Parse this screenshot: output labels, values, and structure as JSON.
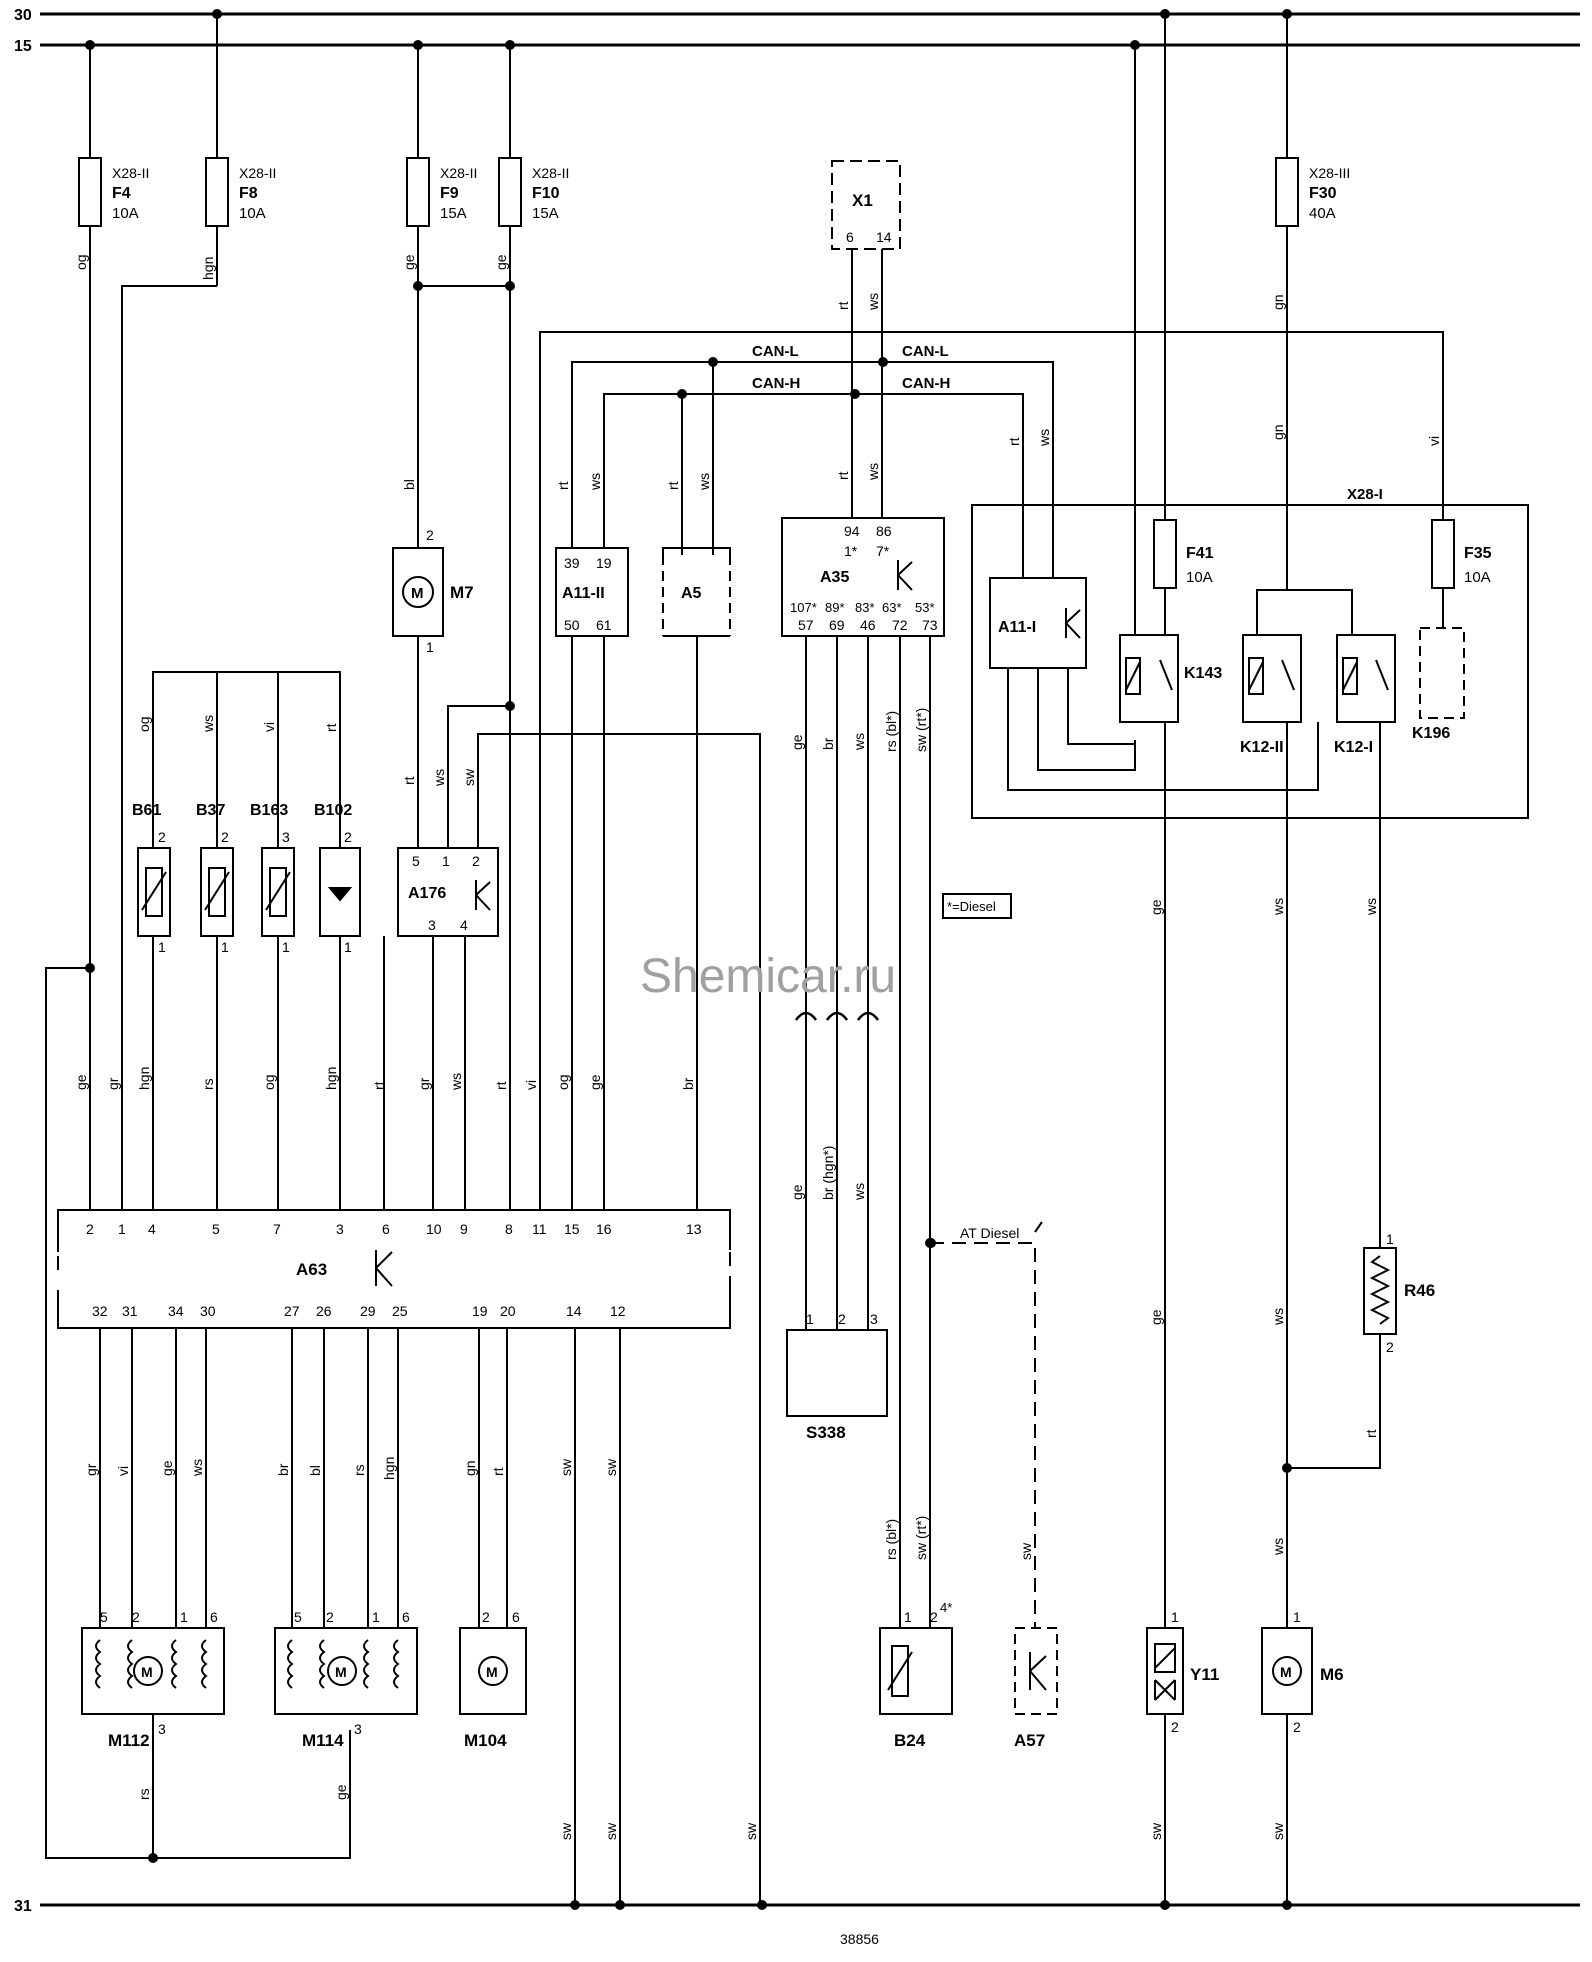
{
  "watermark": "Shemicar.ru",
  "footer_code": "38856",
  "rails": {
    "top": "30",
    "second": "15",
    "bottom": "31"
  },
  "can": {
    "low": "CAN-L",
    "high": "CAN-H"
  },
  "note_diesel": "*=Diesel",
  "note_at_diesel": "AT Diesel",
  "fuses": [
    {
      "id": "F4",
      "holder": "X28-II",
      "rating": "10A",
      "wire": "og"
    },
    {
      "id": "F8",
      "holder": "X28-II",
      "rating": "10A",
      "wire": "hgn"
    },
    {
      "id": "F9",
      "holder": "X28-II",
      "rating": "15A",
      "wire": "ge"
    },
    {
      "id": "F10",
      "holder": "X28-II",
      "rating": "15A",
      "wire": "ge"
    },
    {
      "id": "F30",
      "holder": "X28-III",
      "rating": "40A",
      "wire": "gn"
    },
    {
      "id": "F41",
      "holder": "",
      "rating": "10A",
      "wire": ""
    },
    {
      "id": "F35",
      "holder": "",
      "rating": "10A",
      "wire": ""
    }
  ],
  "connector_x1": {
    "id": "X1",
    "pins": [
      "6",
      "14"
    ],
    "wires": [
      "rt",
      "ws"
    ]
  },
  "block_x28": {
    "id": "X28-I"
  },
  "components": {
    "a11_ii": {
      "id": "A11-II",
      "pins_top": [
        "39",
        "19"
      ],
      "pins_bottom": [
        "50",
        "61"
      ]
    },
    "a5": {
      "id": "A5"
    },
    "a35": {
      "id": "A35",
      "pins_top": [
        "94",
        "86"
      ],
      "pins_mid": [
        "1*",
        "7*"
      ],
      "pins_bottom_alt": [
        "107*",
        "89*",
        "83*",
        "63*",
        "53*"
      ],
      "pins_bottom": [
        "57",
        "69",
        "46",
        "72",
        "73"
      ]
    },
    "a11_i": {
      "id": "A11-I"
    },
    "k143": {
      "id": "K143"
    },
    "k12_ii": {
      "id": "K12-II"
    },
    "k12_i": {
      "id": "K12-I"
    },
    "k196": {
      "id": "K196"
    },
    "m7": {
      "id": "M7",
      "pins": [
        "2",
        "1"
      ]
    },
    "a176": {
      "id": "A176",
      "pins_top": [
        "5",
        "1",
        "2"
      ],
      "pins_bottom": [
        "3",
        "4"
      ]
    },
    "sensors": [
      {
        "id": "B61",
        "pins": [
          "2",
          "1"
        ]
      },
      {
        "id": "B37",
        "pins": [
          "2",
          "1"
        ]
      },
      {
        "id": "B163",
        "pins": [
          "3",
          "1"
        ]
      },
      {
        "id": "B102",
        "pins": [
          "2",
          "1"
        ]
      }
    ],
    "a63": {
      "id": "A63",
      "pins_top": [
        "2",
        "1",
        "4",
        "5",
        "7",
        "3",
        "6",
        "10",
        "9",
        "8",
        "11",
        "15",
        "16",
        "13"
      ],
      "pins_bottom": [
        "32",
        "31",
        "34",
        "30",
        "27",
        "26",
        "29",
        "25",
        "19",
        "20",
        "14",
        "12"
      ]
    },
    "s338": {
      "id": "S338",
      "pins": [
        "1",
        "2",
        "3"
      ]
    },
    "m112": {
      "id": "M112",
      "pins": [
        "5",
        "2",
        "1",
        "6"
      ],
      "pin_bottom": "3"
    },
    "m114": {
      "id": "M114",
      "pins": [
        "5",
        "2",
        "1",
        "6"
      ],
      "pin_bottom": "3"
    },
    "m104": {
      "id": "M104",
      "pins": [
        "2",
        "6"
      ]
    },
    "b24": {
      "id": "B24",
      "pins": [
        "1",
        "2",
        "4*"
      ]
    },
    "a57": {
      "id": "A57"
    },
    "y11": {
      "id": "Y11",
      "pins": [
        "1",
        "2"
      ]
    },
    "m6": {
      "id": "M6",
      "pins": [
        "1",
        "2"
      ]
    },
    "r46": {
      "id": "R46",
      "pins": [
        "1",
        "2"
      ]
    }
  },
  "wire_labels": {
    "ws": "ws",
    "rt": "rt",
    "sw": "sw",
    "ge": "ge",
    "og": "og",
    "vi": "vi",
    "bl": "bl",
    "br": "br",
    "rs": "rs",
    "gr": "gr",
    "gn": "gn",
    "hgn": "hgn",
    "br_hgn": "br (hgn*)",
    "rs_bl": "rs (bl*)",
    "sw_rt": "sw (rt*)"
  }
}
